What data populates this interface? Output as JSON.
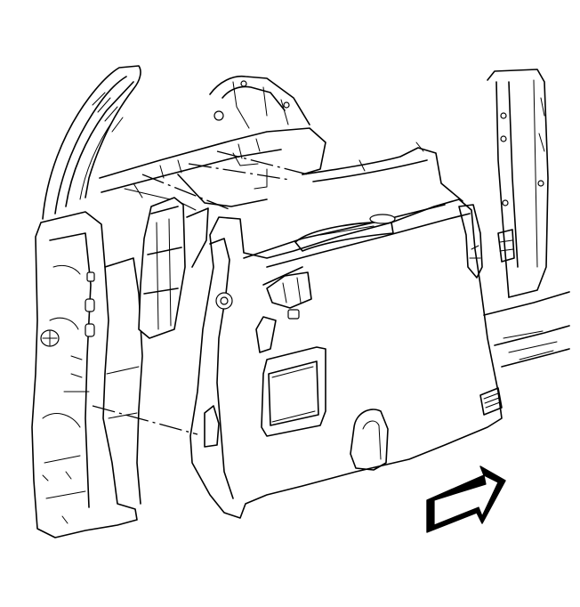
{
  "diagram": {
    "background": "#ffffff",
    "line_color": "#000000",
    "arrow_fill": "#000000",
    "parts": [
      {
        "name": "body-pillar-structure",
        "icon": "body-frame"
      },
      {
        "name": "roof-rail-inner-structure",
        "icon": "roof-rail"
      },
      {
        "name": "lower-quarter-trim-panel",
        "icon": "trim-panel"
      },
      {
        "name": "rear-door-opening-structure",
        "icon": "door-frame"
      }
    ],
    "indicators": [
      {
        "name": "front-of-vehicle-arrow",
        "icon": "block-arrow-icon"
      }
    ]
  }
}
